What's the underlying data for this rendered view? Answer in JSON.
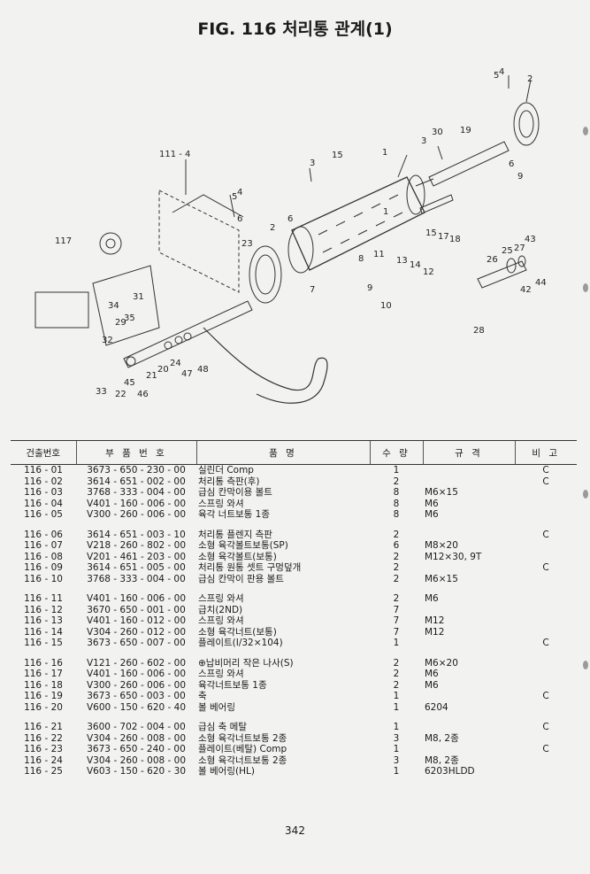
{
  "title": "FIG. 116 처리통 관계(1)",
  "diagram_labels": [
    "2",
    "3",
    "4",
    "5",
    "6",
    "19",
    "30",
    "15",
    "1",
    "111 - 4",
    "3",
    "5",
    "4",
    "6",
    "2",
    "23",
    "117",
    "1",
    "13",
    "14",
    "12",
    "17",
    "18",
    "15",
    "26",
    "25",
    "27",
    "43",
    "42",
    "44",
    "28",
    "34",
    "31",
    "32",
    "29",
    "35",
    "33",
    "22",
    "46",
    "45",
    "21",
    "20",
    "24",
    "47",
    "48",
    "10",
    "11",
    "8",
    "9",
    "7"
  ],
  "table": {
    "headers": [
      "건출번호",
      "부 품 번 호",
      "품 명",
      "수 량",
      "규 격",
      "비 고"
    ],
    "groups": [
      [
        [
          "116 - 01",
          "3673 - 650 - 230 - 00",
          "실린더 Comp",
          "1",
          "",
          "C"
        ],
        [
          "116 - 02",
          "3614 - 651 - 002 - 00",
          "처리통 측판(후)",
          "2",
          "",
          "C"
        ],
        [
          "116 - 03",
          "3768 - 333 - 004 - 00",
          "급심 칸막이용 볼트",
          "8",
          "M6×15",
          ""
        ],
        [
          "116 - 04",
          "V401 - 160 - 006 - 00",
          "스프링 와셔",
          "8",
          "M6",
          ""
        ],
        [
          "116 - 05",
          "V300 - 260 - 006 - 00",
          "육각 너트보통 1종",
          "8",
          "M6",
          ""
        ]
      ],
      [
        [
          "116 - 06",
          "3614 - 651 - 003 - 10",
          "처리통 플렌지 측판",
          "2",
          "",
          "C"
        ],
        [
          "116 - 07",
          "V218 - 260 - 802 - 00",
          "소형 육각볼트보통(SP)",
          "6",
          "M8×20",
          ""
        ],
        [
          "116 - 08",
          "V201 - 461 - 203 - 00",
          "소형 육각볼트(보통)",
          "2",
          "M12×30, 9T",
          ""
        ],
        [
          "116 - 09",
          "3614 - 651 - 005 - 00",
          "처리통 원통 셋트 구멍덮개",
          "2",
          "",
          "C"
        ],
        [
          "116 - 10",
          "3768 - 333 - 004 - 00",
          "급심 칸막이 판용 볼트",
          "2",
          "M6×15",
          ""
        ]
      ],
      [
        [
          "116 - 11",
          "V401 - 160 - 006 - 00",
          "스프링 와셔",
          "2",
          "M6",
          ""
        ],
        [
          "116 - 12",
          "3670 - 650 - 001 - 00",
          "급치(2ND)",
          "7",
          "",
          ""
        ],
        [
          "116 - 13",
          "V401 - 160 - 012 - 00",
          "스프링 와셔",
          "7",
          "M12",
          ""
        ],
        [
          "116 - 14",
          "V304 - 260 - 012 - 00",
          "소형 육각너트(보통)",
          "7",
          "M12",
          ""
        ],
        [
          "116 - 15",
          "3673 - 650 - 007 - 00",
          "플레이트(I/32×104)",
          "1",
          "",
          "C"
        ]
      ],
      [
        [
          "116 - 16",
          "V121 - 260 - 602 - 00",
          "⊕납비머리 작은 나사(S)",
          "2",
          "M6×20",
          ""
        ],
        [
          "116 - 17",
          "V401 - 160 - 006 - 00",
          "스프링 와셔",
          "2",
          "M6",
          ""
        ],
        [
          "116 - 18",
          "V300 - 260 - 006 - 00",
          "육각너트보통 1종",
          "2",
          "M6",
          ""
        ],
        [
          "116 - 19",
          "3673 - 650 - 003 - 00",
          "축",
          "1",
          "",
          "C"
        ],
        [
          "116 - 20",
          "V600 - 150 - 620 - 40",
          "볼 베어링",
          "1",
          "6204",
          ""
        ]
      ],
      [
        [
          "116 - 21",
          "3600 - 702 - 004 - 00",
          "급심 축 메탈",
          "1",
          "",
          "C"
        ],
        [
          "116 - 22",
          "V304 - 260 - 008 - 00",
          "소형 육각너트보통 2종",
          "3",
          "M8, 2종",
          ""
        ],
        [
          "116 - 23",
          "3673 - 650 - 240 - 00",
          "플레이트(베탈) Comp",
          "1",
          "",
          "C"
        ],
        [
          "116 - 24",
          "V304 - 260 - 008 - 00",
          "소형 육각너트보통 2종",
          "3",
          "M8, 2종",
          ""
        ],
        [
          "116 - 25",
          "V603 - 150 - 620 - 30",
          "볼 베어링(HL)",
          "1",
          "6203HLDD",
          ""
        ]
      ]
    ]
  },
  "page_number": "342"
}
